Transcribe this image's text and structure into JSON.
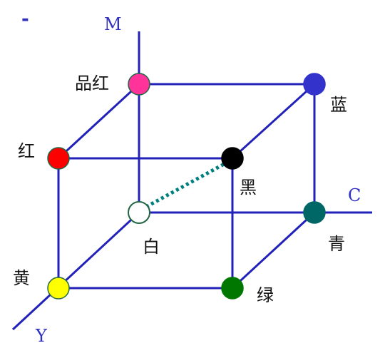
{
  "corner_mark": "-",
  "axes": {
    "m": "M",
    "c": "C",
    "y": "Y"
  },
  "nodes": [
    {
      "id": "magenta",
      "label": "品红",
      "color": "#ff3399"
    },
    {
      "id": "blue",
      "label": "蓝",
      "color": "#3333cc"
    },
    {
      "id": "red",
      "label": "红",
      "color": "#ff0000"
    },
    {
      "id": "black",
      "label": "黑",
      "color": "#000000"
    },
    {
      "id": "white",
      "label": "白",
      "color": "#ffffff"
    },
    {
      "id": "cyan",
      "label": "青",
      "color": "#006666"
    },
    {
      "id": "yellow",
      "label": "黄",
      "color": "#ffff00"
    },
    {
      "id": "green",
      "label": "绿",
      "color": "#007700"
    }
  ],
  "colors": {
    "edge": "#2222bb",
    "dotted_link": "#008080",
    "axis_text": "#3030c0"
  }
}
